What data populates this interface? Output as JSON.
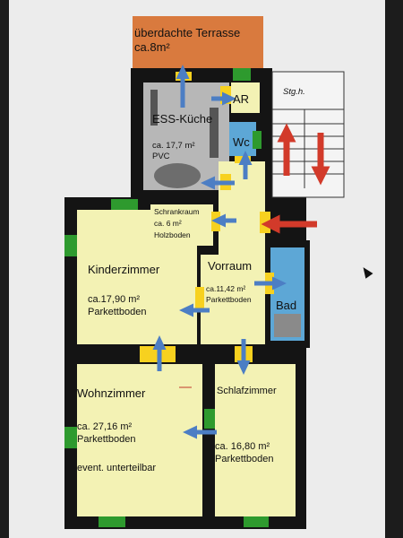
{
  "terrace": {
    "name": "überdachte Terrasse",
    "area": "ca.8m²"
  },
  "kitchen": {
    "name": "ESS-Küche",
    "area": "ca. 17,7 m²",
    "floor": "PVC"
  },
  "ar": "AR",
  "wc": "Wc",
  "closet": {
    "name": "Schrankraum",
    "area": "ca. 6 m²",
    "floor": "Holzboden"
  },
  "kids": {
    "name": "Kinderzimmer",
    "area": "ca.17,90 m²",
    "floor": "Parkettboden"
  },
  "hall": {
    "name": "Vorraum",
    "area": "ca.11,42 m²",
    "floor": "Parkettboden"
  },
  "bath": "Bad",
  "living": {
    "name": "Wohnzimmer",
    "area": "ca. 27,16 m²",
    "floor": "Parkettboden",
    "note": "event. unterteilbar"
  },
  "bedroom": {
    "name": "Schlafzimmer",
    "area": "ca. 16,80 m²",
    "floor": "Parkettboden"
  },
  "stairs": "Stg.h.",
  "colors": {
    "wall": "#141414",
    "room": "#f3f2b4",
    "terrace": "#d97a3e",
    "door": "#f7d11f",
    "window": "#2e9a2e",
    "arrow_blue": "#4c7ec4",
    "arrow_red": "#d23a2a",
    "kitchen_fill": "#b7b7b7",
    "bath_fill": "#5da7d6"
  }
}
